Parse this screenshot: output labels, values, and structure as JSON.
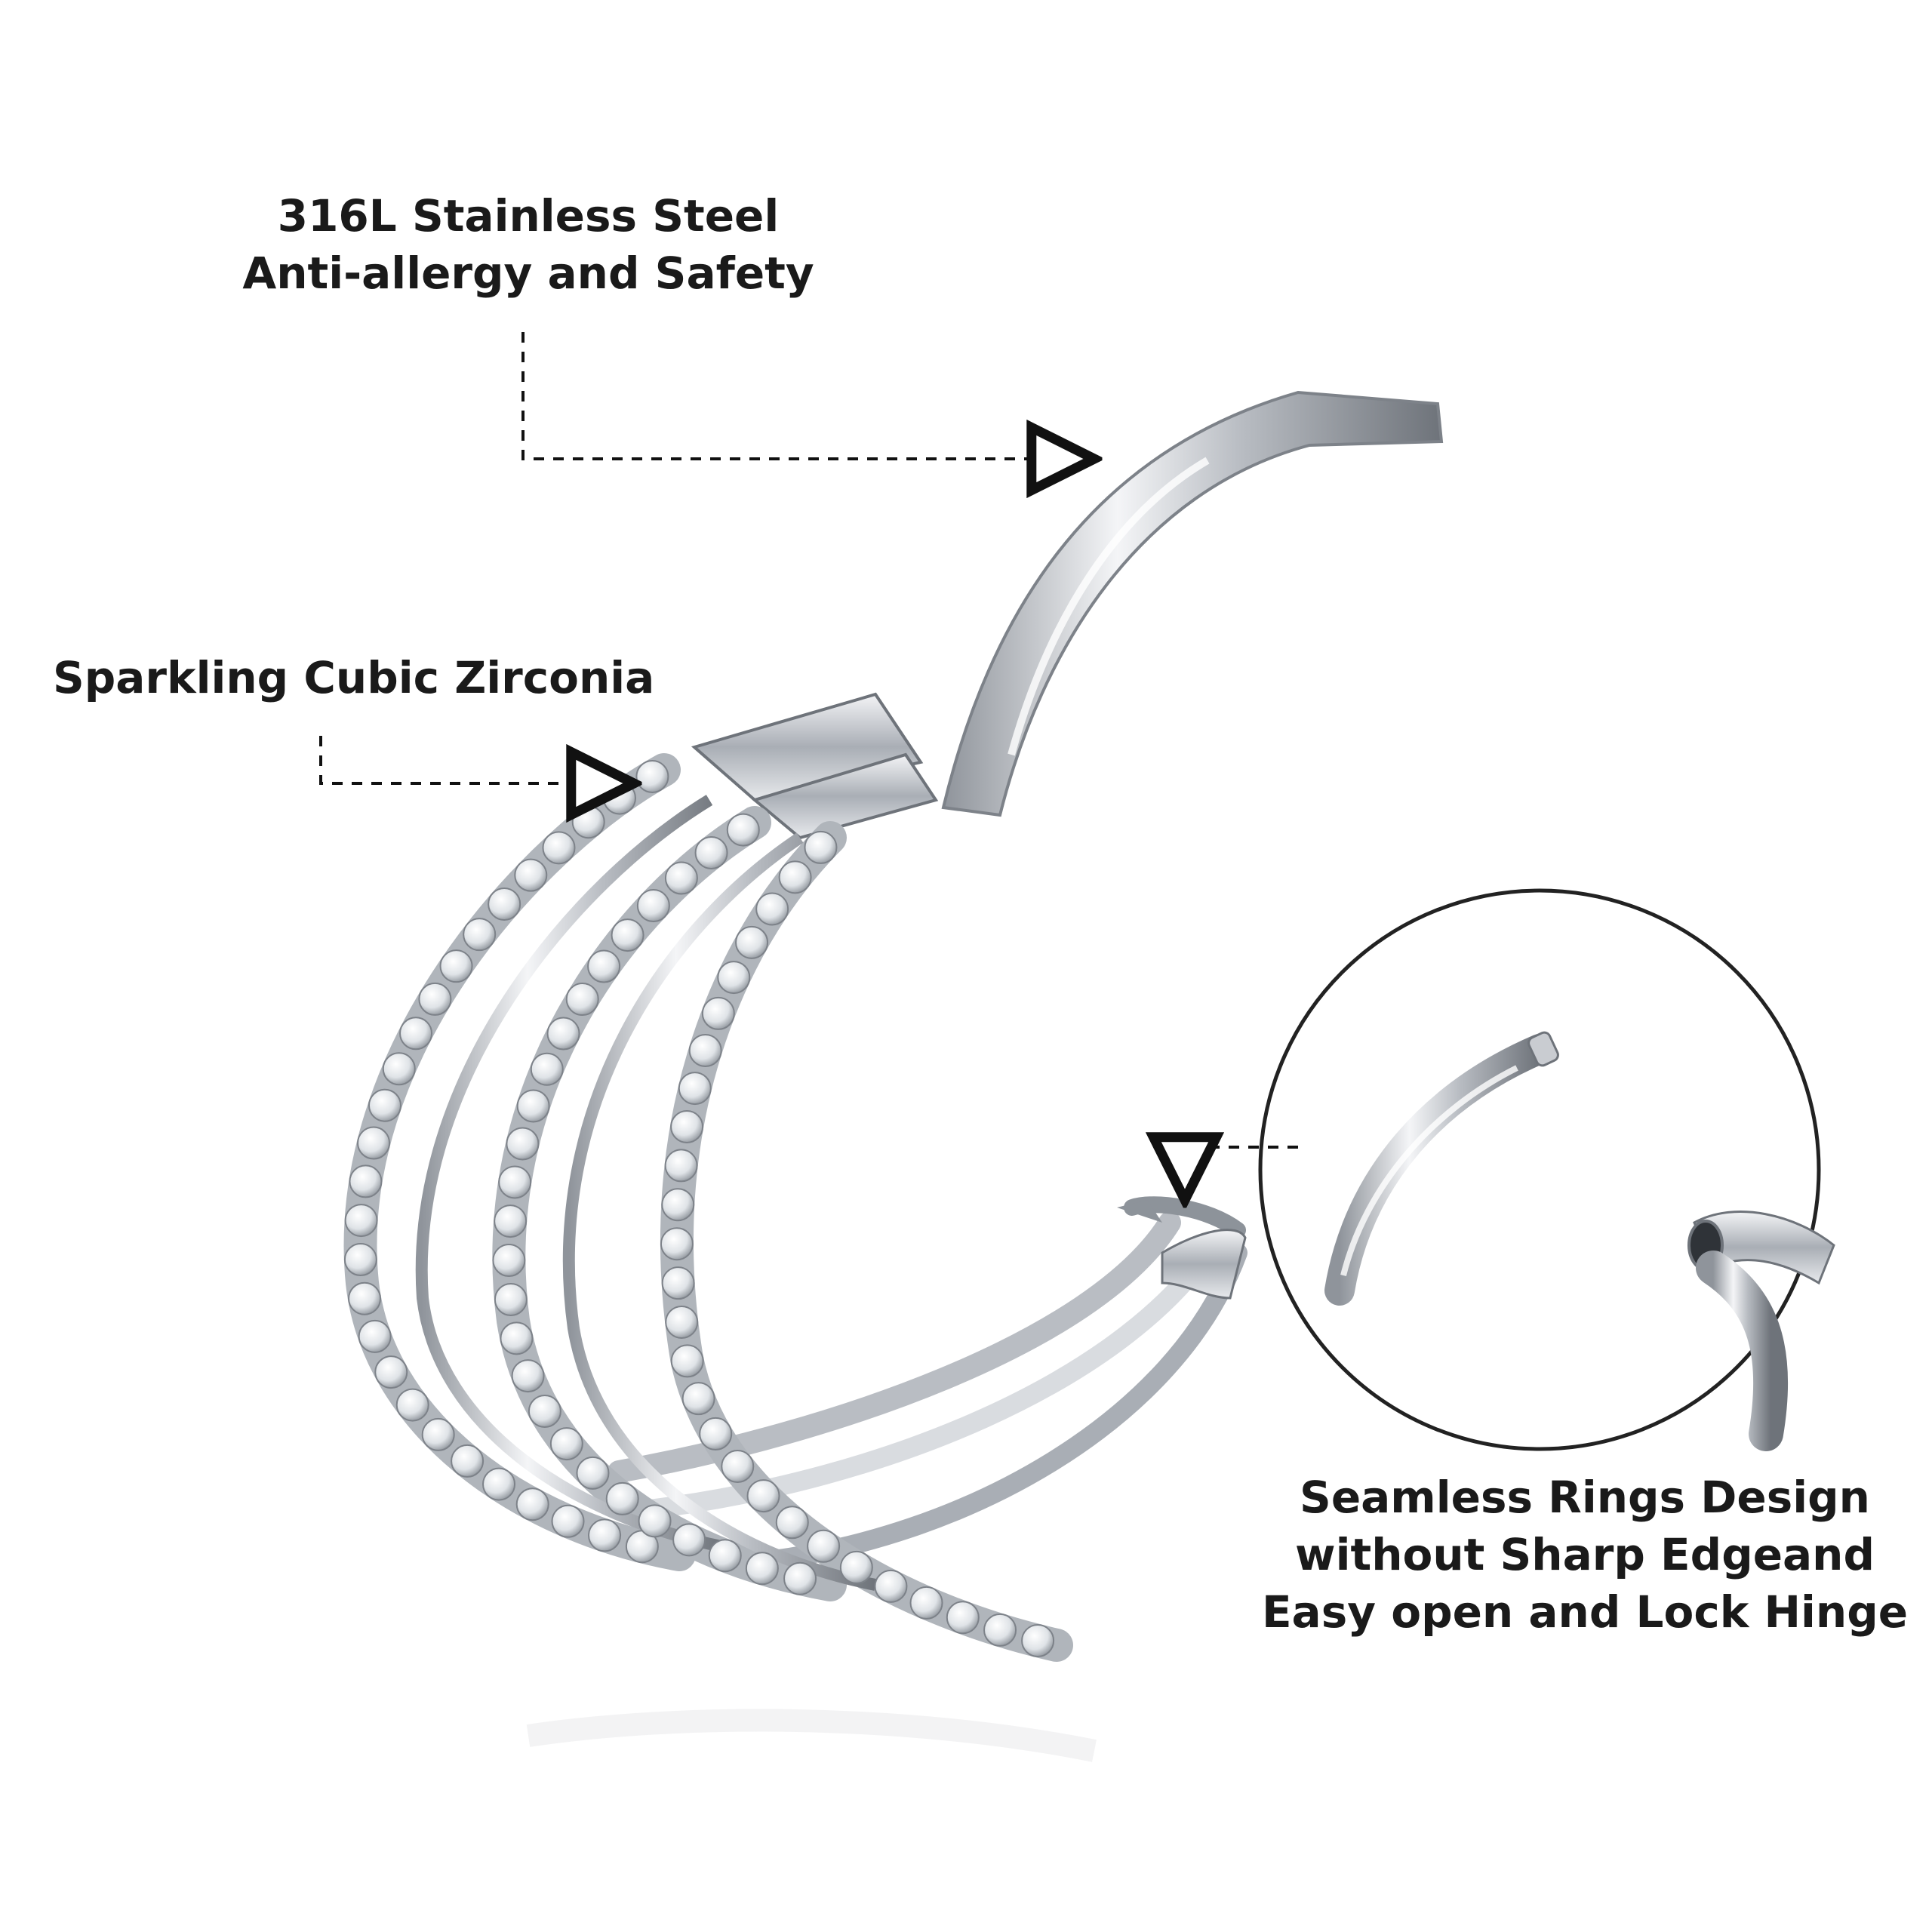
{
  "callouts": {
    "steel": {
      "line1": "316L Stainless Steel",
      "line2": "Anti-allergy and Safety"
    },
    "zirconia": {
      "text": "Sparkling Cubic Zirconia"
    },
    "seamless": {
      "line1": "Seamless Rings Design",
      "line2": "without Sharp Edgeand",
      "line3": "Easy open and Lock Hinge"
    }
  },
  "product": {
    "description_icon": "triple-hoop-cz-earring",
    "metal_color": "#c9ccd1",
    "stone_color": "#e8ecef"
  }
}
